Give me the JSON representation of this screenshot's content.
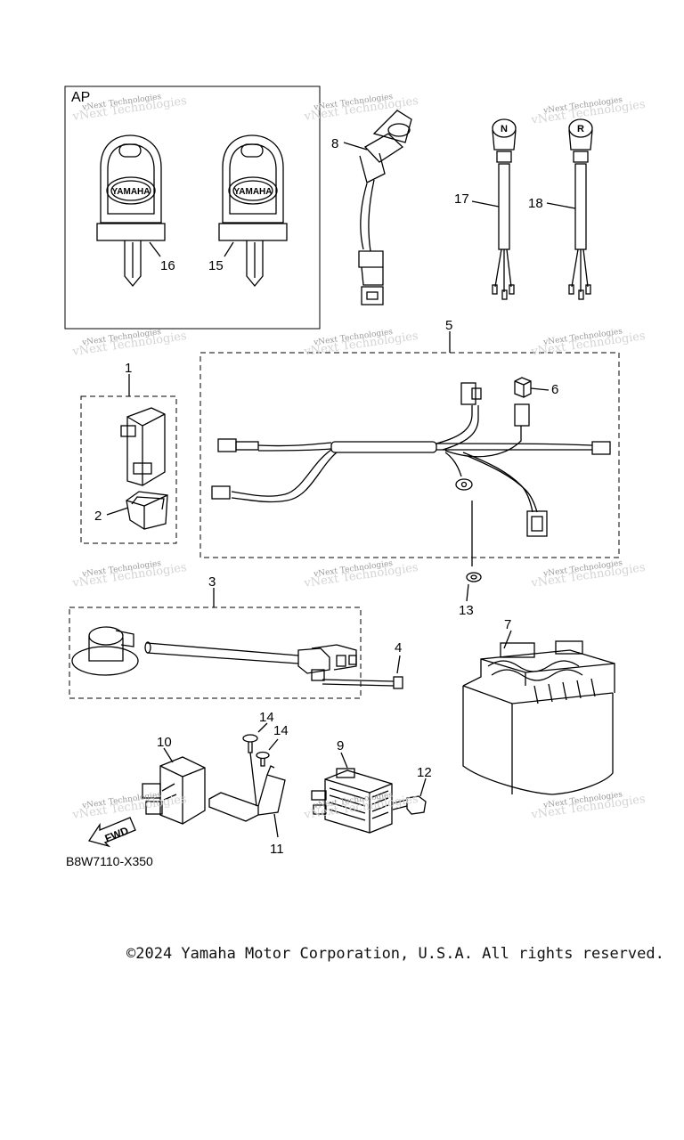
{
  "diagram": {
    "group_label": "AP",
    "drawing_code": "B8W7110-X350",
    "key_brand": "YAMAHA",
    "fwd_label": "FWD",
    "neutral_symbol": "N",
    "reverse_symbol": "R",
    "watermark": "vNext Technologies",
    "callouts": {
      "c1": "1",
      "c2": "2",
      "c3": "3",
      "c4": "4",
      "c5": "5",
      "c6": "6",
      "c7": "7",
      "c8": "8",
      "c9": "9",
      "c10": "10",
      "c11": "11",
      "c12": "12",
      "c13": "13",
      "c14a": "14",
      "c14b": "14",
      "c15": "15",
      "c16": "16",
      "c17": "17",
      "c18": "18"
    }
  },
  "footer": {
    "copyright": "©2024 Yamaha Motor Corporation, U.S.A. All rights reserved."
  }
}
